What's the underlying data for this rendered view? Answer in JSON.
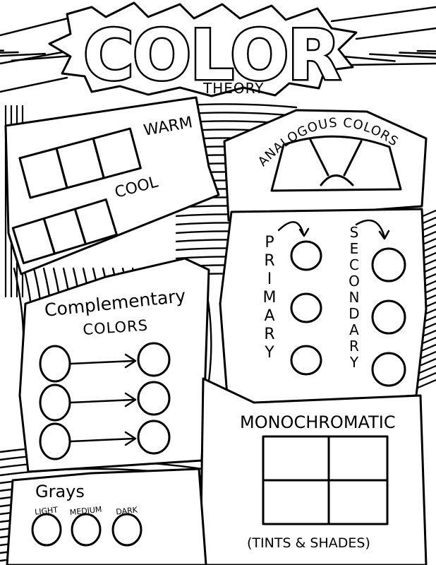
{
  "header": {
    "title": "COLOR",
    "subtitle": "THEORY"
  },
  "temperature": {
    "warm_label": "WARM",
    "cool_label": "COOL",
    "warm_boxes": 3,
    "cool_boxes": 3
  },
  "analogous": {
    "label": "ANALOGOUS COLORS"
  },
  "primary": {
    "label": "PRIMARY",
    "circles": 3
  },
  "secondary": {
    "label": "SECONDARY",
    "circles": 3
  },
  "complementary": {
    "title_line1": "Complementary",
    "title_line2": "COLORS",
    "pairs": 3
  },
  "monochromatic": {
    "label": "MONOCHROMATIC",
    "caption": "(TINTS & SHADES)",
    "cells": 4
  },
  "grays": {
    "title": "Grays",
    "swatches": [
      {
        "label": "LIGHT"
      },
      {
        "label": "MEDIUM"
      },
      {
        "label": "DARK"
      }
    ]
  },
  "colors": {
    "ink": "#000000",
    "paper": "#ffffff"
  }
}
